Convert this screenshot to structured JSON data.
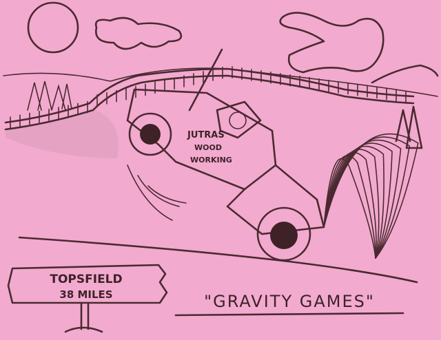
{
  "sign": {
    "line1": "TOPSFIELD",
    "line2": "38 MILES"
  },
  "truck_text": {
    "line1": "JUTRAS",
    "line2": "WOOD",
    "line3": "WORKING"
  },
  "caption": "\"GRAVITY GAMES\"",
  "colors": {
    "paper": "#f3aacf",
    "ink": "#4a2a30"
  }
}
